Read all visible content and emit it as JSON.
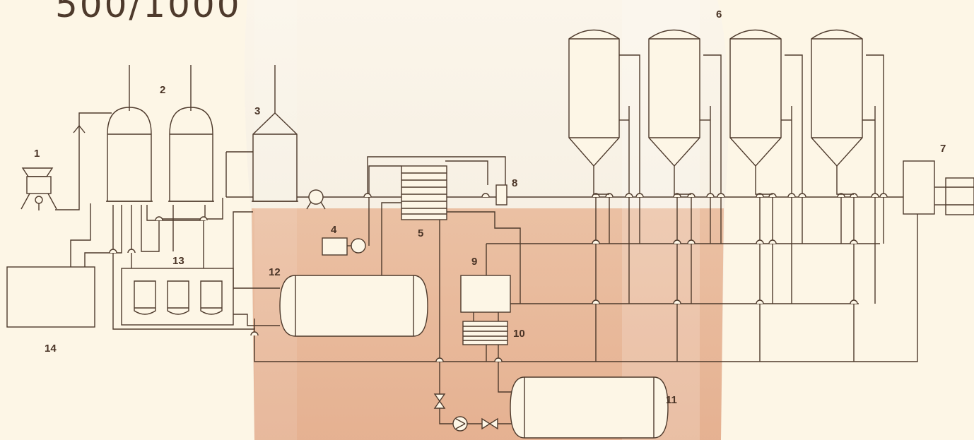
{
  "title": "500/1000 COMPACT",
  "labels": {
    "n1": "1",
    "n2": "2",
    "n3": "3",
    "n4": "4",
    "n5": "5",
    "n6": "6",
    "n7": "7",
    "n8": "8",
    "n9": "9",
    "n10": "10",
    "n11": "11",
    "n12": "12",
    "n13": "13",
    "n14": "14"
  },
  "colors": {
    "background": "#fdf6e6",
    "line": "#4e3a2c",
    "beer": "#e8b594",
    "foam": "#f6f0e4"
  }
}
